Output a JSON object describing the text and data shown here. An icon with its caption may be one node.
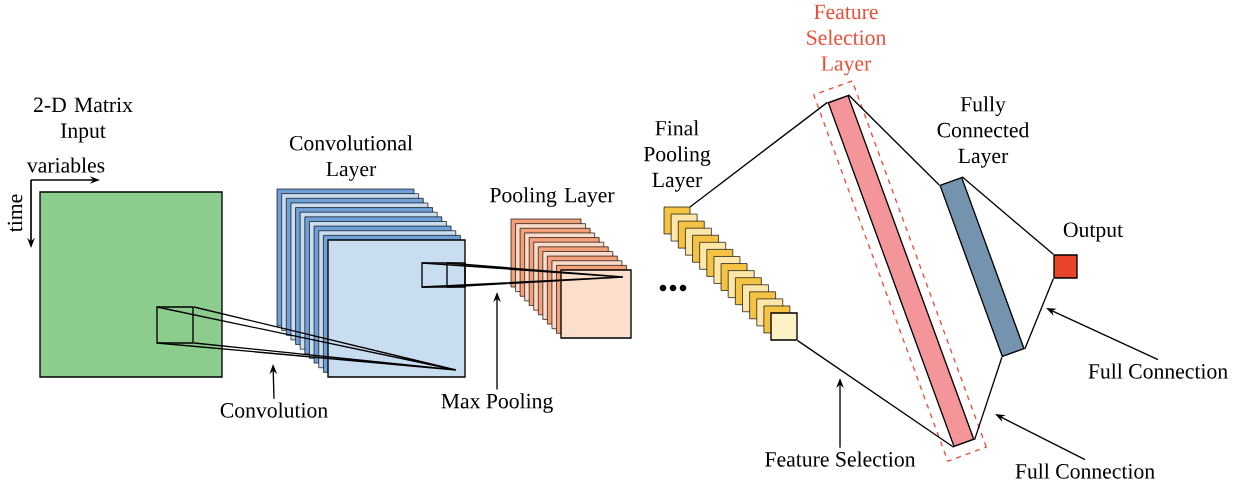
{
  "diagram": {
    "nodes": [
      {
        "text": [
          "2-D Matrix Input"
        ],
        "beside": [
          "variables",
          "time"
        ]
      },
      {
        "text": [
          "Convolutional Layer"
        ]
      },
      {
        "text": [
          "Pooling Layer"
        ]
      },
      {
        "text": [
          "Final Pooling Layer"
        ]
      },
      {
        "text": [
          "Feature Selection Layer"
        ]
      },
      {
        "text": [
          "Fully Connected Layer"
        ]
      },
      {
        "text": [
          "Output"
        ]
      },
      {
        "text": [
          "Convolution"
        ]
      },
      {
        "text": [
          "Max Pooling"
        ]
      },
      {
        "text": [
          "Feature Selection"
        ]
      },
      {
        "text": [
          "Full Connection"
        ]
      },
      {
        "text": [
          "Full Connection"
        ]
      }
    ],
    "edges": [
      {
        "from": 0,
        "to": 1,
        "arrow": "none"
      },
      {
        "from": 1,
        "to": 2,
        "arrow": "none"
      },
      {
        "from": 3,
        "to": 4,
        "arrow": "none"
      },
      {
        "from": 3,
        "to": 4,
        "arrow": "none"
      },
      {
        "from": 4,
        "to": 5,
        "arrow": "none"
      },
      {
        "from": 4,
        "to": 5,
        "arrow": "none"
      },
      {
        "from": 5,
        "to": 6,
        "arrow": "none"
      },
      {
        "from": 5,
        "to": 6,
        "arrow": "none"
      },
      {
        "from": 7,
        "to": null,
        "arrow": "to"
      },
      {
        "from": 8,
        "to": 2,
        "arrow": "to"
      },
      {
        "from": 9,
        "to": null,
        "arrow": "to"
      },
      {
        "from": 10,
        "to": null,
        "arrow": "to"
      },
      {
        "from": 11,
        "to": null,
        "arrow": "to"
      }
    ]
  }
}
